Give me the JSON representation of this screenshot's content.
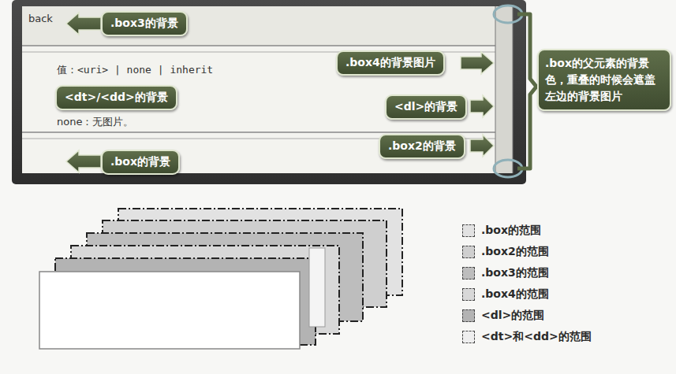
{
  "diagram": {
    "nodes": [
      {
        "text": [
          ".box3的背景"
        ]
      },
      {
        "text": [
          ".box4的背景图片"
        ]
      },
      {
        "text": [
          ".box的父元素的背景色，重叠的时候会遮盖左边的背景图片"
        ]
      },
      {
        "text": [
          "<dt>/<dd>的背景"
        ]
      },
      {
        "text": [
          "<dl>的背景"
        ]
      },
      {
        "text": [
          ".box2的背景"
        ]
      },
      {
        "text": [
          ".box的背景"
        ]
      }
    ],
    "labels": [
      "back",
      "值：<uri> | none | inherit",
      "none：无图片。"
    ],
    "legend": [
      {
        "text": ".box的范围",
        "color": "#e2e2e2"
      },
      {
        "text": ".box2的范围",
        "color": "#cfcfcf"
      },
      {
        "text": ".box3的范围",
        "color": "#bdbdbd"
      },
      {
        "text": ".box4的范围",
        "color": "#d8d8d8"
      },
      {
        "text": "<dl>的范围",
        "color": "#b3b3b3"
      },
      {
        "text": "<dt>和<dd>的范围",
        "color": "#eeeeee"
      }
    ]
  }
}
